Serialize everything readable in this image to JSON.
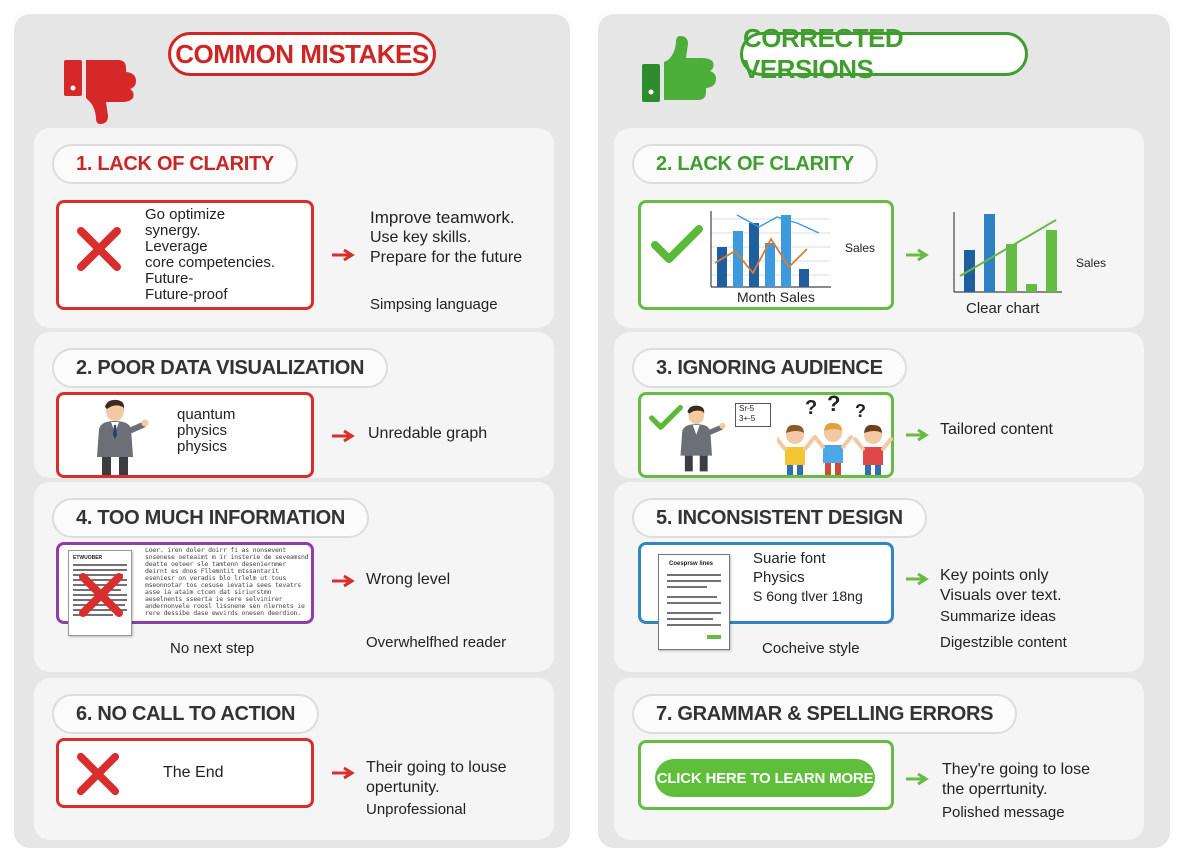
{
  "left": {
    "header": "COMMON MISTAKES",
    "thumb_icon": "thumbs-down-icon",
    "cards": {
      "clarity": {
        "title": "1. LACK OF CLARITY",
        "inner_text": [
          "Go optimize",
          "synergy.",
          "Leverage",
          "core competencies.",
          "Future-",
          "Future-proof"
        ],
        "result_lines": [
          "Improve teamwork.",
          "Use key skills.",
          "Prepare for the future"
        ],
        "caption": "Simpsing language"
      },
      "dataviz": {
        "title": "2. POOR DATA VISUALIZATION",
        "inner_text": [
          "quantum",
          "physics",
          "physics"
        ],
        "result": "Unredable graph"
      },
      "info": {
        "title": "4. TOO MUCH INFORMATION",
        "dense_text": "Loer. iren doler doirr fi as nonsevent snsenese oeteaimt m ir insterie de seveamsnd deatte oeteer sle tamtenn deseniernmer deirnt es dnos Fllemntit mtssantarit eseniesr on veradis blo lrlelm ut tous mseonnotar tos cesuse ievatia sees tevatrs asse ia ataim ctcen dat siriurstmn aeselnents sseerta ie sere selvinirer andernonvele roosl lissnene sen nlernets ie rere dessibe dase ewvirds onesen deerdion.",
        "doc_label": "ETWUOBER",
        "bottom_left": "No next step",
        "result": "Wrong level",
        "caption": "Overwhelfhed reader"
      },
      "cta": {
        "title": "6.  NO CALL TO ACTION",
        "inner_text": "The End",
        "result_lines": [
          "Their going to louse",
          "opertunity."
        ],
        "caption": "Unprofessional"
      }
    }
  },
  "right": {
    "header": "CORRECTED VERSIONS",
    "thumb_icon": "thumbs-up-icon",
    "cards": {
      "clarity": {
        "title": "2.  LACK OF CLARITY",
        "chart_caption": "Month  Sales",
        "chart_side_label": "Sales",
        "result_side_label": "Sales",
        "result_caption": "Clear chart"
      },
      "audience": {
        "title": "3.  IGNORING AUDIENCE",
        "board_lines": [
          "Sr-5",
          "3+-5"
        ],
        "result": "Tailored content"
      },
      "design": {
        "title": "5.  INCONSISTENT DESIGN",
        "doc_label": "Coesprsw lines",
        "inner_lines": [
          "Suarie font",
          "Physics",
          "S 6ong  tlver 18ng"
        ],
        "bottom_caption": "Cocheive style",
        "result_lines": [
          "Key points only",
          "Visuals over text."
        ],
        "result_extra": "Summarize ideas",
        "caption": "Digestzible content"
      },
      "grammar": {
        "title": "7.  GRAMMAR & SPELLING ERRORS",
        "button_label": "CLICK HERE TO LEARN MORE",
        "result_lines": [
          "They're going to lose",
          "the operrtunity."
        ],
        "caption": "Polished message"
      }
    }
  },
  "colors": {
    "mistake_red": "#d02525",
    "correct_green": "#3f9e2e",
    "chart_blue": "#2f7fc4",
    "chart_green": "#66bb44",
    "chart_orange": "#e07a2e"
  }
}
